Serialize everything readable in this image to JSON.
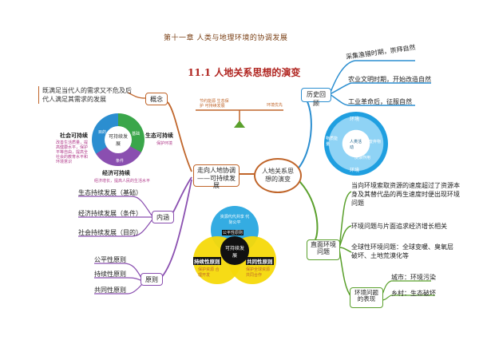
{
  "chapter_title": "第十一章  人类与地理环境的协调发展",
  "section_title": "11.1 人地关系思想的演变",
  "center": {
    "label": "人地关系思想的演变"
  },
  "history": {
    "label": "历史回顾",
    "items": [
      "采集渔猎时期，崇拜自然",
      "农业文明时期，开始改造自然",
      "工业革命后，征服自然"
    ]
  },
  "env_cycle": {
    "top": "环境",
    "bottom": "环境",
    "left": "物质能量",
    "right": "废弃物",
    "mid_right": "反馈作用",
    "center": "人类活动"
  },
  "issues": {
    "label": "直面环境问题",
    "items": [
      "当向环境索取资源的速度超过了资源本身及其替代品的再生速度时便出现环境问题",
      "环境问题与片面追求经济增长相关",
      "全球性环境问题：全球变暖、臭氧层破坏、土地荒漠化等"
    ],
    "manifest": {
      "label": "环境问题的表现",
      "urban": "城市：环境污染",
      "rural": "乡村：生态破坏"
    }
  },
  "sustain": {
    "label": "走向人地协调——可持续发展",
    "balance_left": "节约能源  生态保护  可持续发展",
    "balance_right": "环境优先"
  },
  "concept": {
    "label": "概念",
    "text": "既满足当代人的需求又不危及后代人满足其需求的发展"
  },
  "wheel": {
    "center": "可持续发展",
    "top_label": "社会可持续",
    "top_note": "改善生活质量，提高健康水平，保护平等自由，提高全社会的教育水平和环境意识",
    "right_label": "生态可持续",
    "right_note": "保护环境",
    "bottom_label": "经济可持续",
    "bottom_note": "经济增长，提高人民的生活水平",
    "seg1": "目的",
    "seg2": "基础",
    "seg3": "条件"
  },
  "connotation": {
    "label": "内涵",
    "items": [
      "生态持续发展（基础）",
      "经济持续发展（条件）",
      "社会持续发展（目的）"
    ]
  },
  "principles": {
    "label": "原则",
    "items": [
      "公平性原则",
      "持续性原则",
      "共同性原则"
    ]
  },
  "venn": {
    "center": "可持续发展",
    "top_text": "资源代代共享 代际公平",
    "top_label": "公平性原则",
    "left_label": "持续性原则",
    "left_text": "保护资源 合理开发",
    "right_label": "共同性原则",
    "right_text": "保护全球资源 共同合作"
  },
  "colors": {
    "accent": "#c0652a",
    "green": "#5aa02c",
    "blue": "#1f8fd6",
    "purple": "#8a4fb0"
  }
}
